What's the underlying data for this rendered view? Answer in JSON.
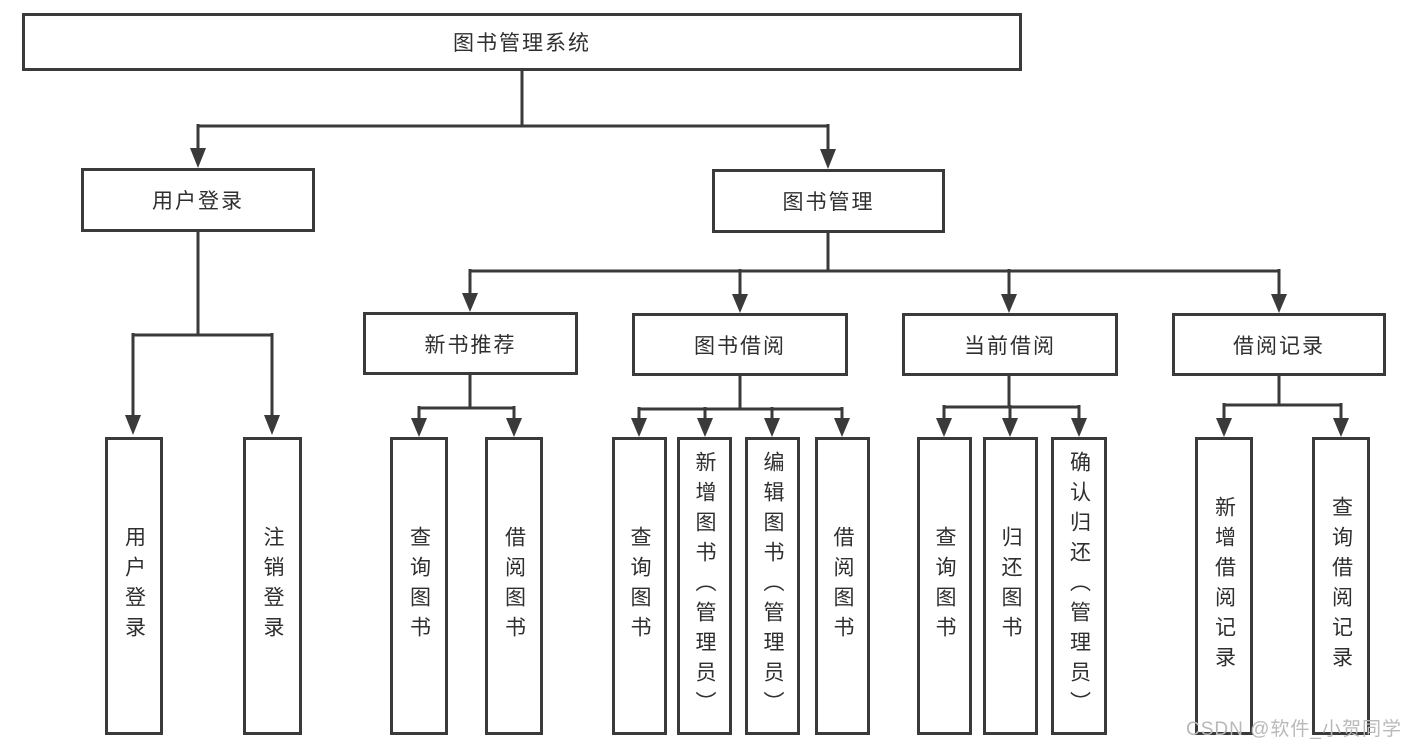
{
  "diagram": {
    "title": "图书管理系统",
    "tree": {
      "root": {
        "label": "图书管理系统"
      },
      "branches": [
        {
          "label": "用户登录",
          "children": [
            {
              "label": "用户登录"
            },
            {
              "label": "注销登录"
            }
          ]
        },
        {
          "label": "图书管理",
          "children": [
            {
              "label": "新书推荐",
              "children": [
                {
                  "label": "查询图书"
                },
                {
                  "label": "借阅图书"
                }
              ]
            },
            {
              "label": "图书借阅",
              "children": [
                {
                  "label": "查询图书"
                },
                {
                  "label": "新增图书（管理员）"
                },
                {
                  "label": "编辑图书（管理员）"
                },
                {
                  "label": "借阅图书"
                }
              ]
            },
            {
              "label": "当前借阅",
              "children": [
                {
                  "label": "查询图书"
                },
                {
                  "label": "归还图书"
                },
                {
                  "label": "确认归还（管理员）"
                }
              ]
            },
            {
              "label": "借阅记录",
              "children": [
                {
                  "label": "新增借阅记录"
                },
                {
                  "label": "查询借阅记录"
                }
              ]
            }
          ]
        }
      ]
    },
    "watermark": {
      "text": "CSDN @软件_小贺同学"
    },
    "colors": {
      "line": "#3a3a3a",
      "text": "#2f2f2f",
      "watermark": "#b9b9b9",
      "background": "#ffffff"
    }
  }
}
